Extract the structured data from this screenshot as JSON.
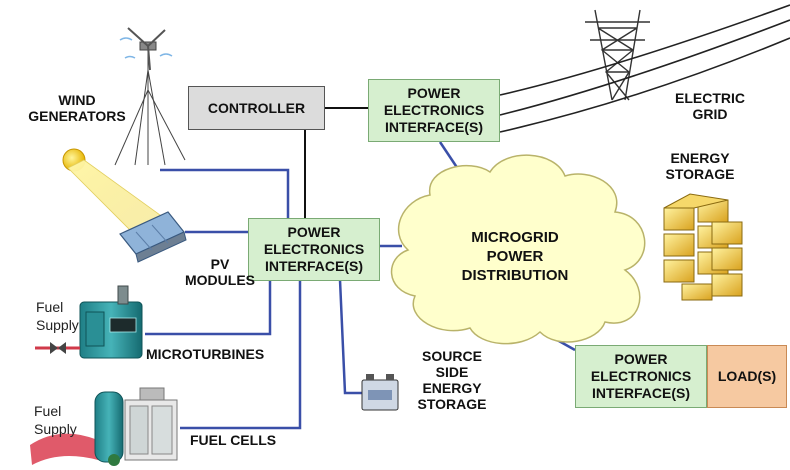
{
  "controller": {
    "label": "CONTROLLER"
  },
  "pe_top": {
    "label": "POWER\nELECTRONICS\nINTERFACE(S)"
  },
  "pe_mid": {
    "label": "POWER\nELECTRONICS\nINTERFACE(S)"
  },
  "pe_load": {
    "label": "POWER\nELECTRONICS\nINTERFACE(S)"
  },
  "load": {
    "label": "LOAD(S)"
  },
  "cloud": {
    "label": "MICROGRID\nPOWER\nDISTRIBUTION"
  },
  "labels": {
    "wind": "WIND\nGENERATORS",
    "grid": "ELECTRIC\nGRID",
    "energy_storage": "ENERGY\nSTORAGE",
    "pv": "PV\nMODULES",
    "microturbines": "MICROTURBINES",
    "fuel_cells": "FUEL CELLS",
    "source_storage": "SOURCE\nSIDE\nENERGY\nSTORAGE"
  },
  "fuel_supply_1": "Fuel\nSupply",
  "fuel_supply_2": "Fuel\nSupply",
  "colors": {
    "pe_fill": "#d6efcf",
    "controller_fill": "#dcdcdc",
    "load_fill": "#f6c9a1",
    "cloud_fill": "#ffffcc",
    "link_blue": "#3a4fa8",
    "control_black": "#111111"
  },
  "icons": [
    "wind-turbine-icon",
    "transmission-tower-icon",
    "sun-icon",
    "solar-panel-icon",
    "microturbine-icon",
    "fuel-cell-icon",
    "battery-icon",
    "storage-stack-icon",
    "valve-icon"
  ]
}
